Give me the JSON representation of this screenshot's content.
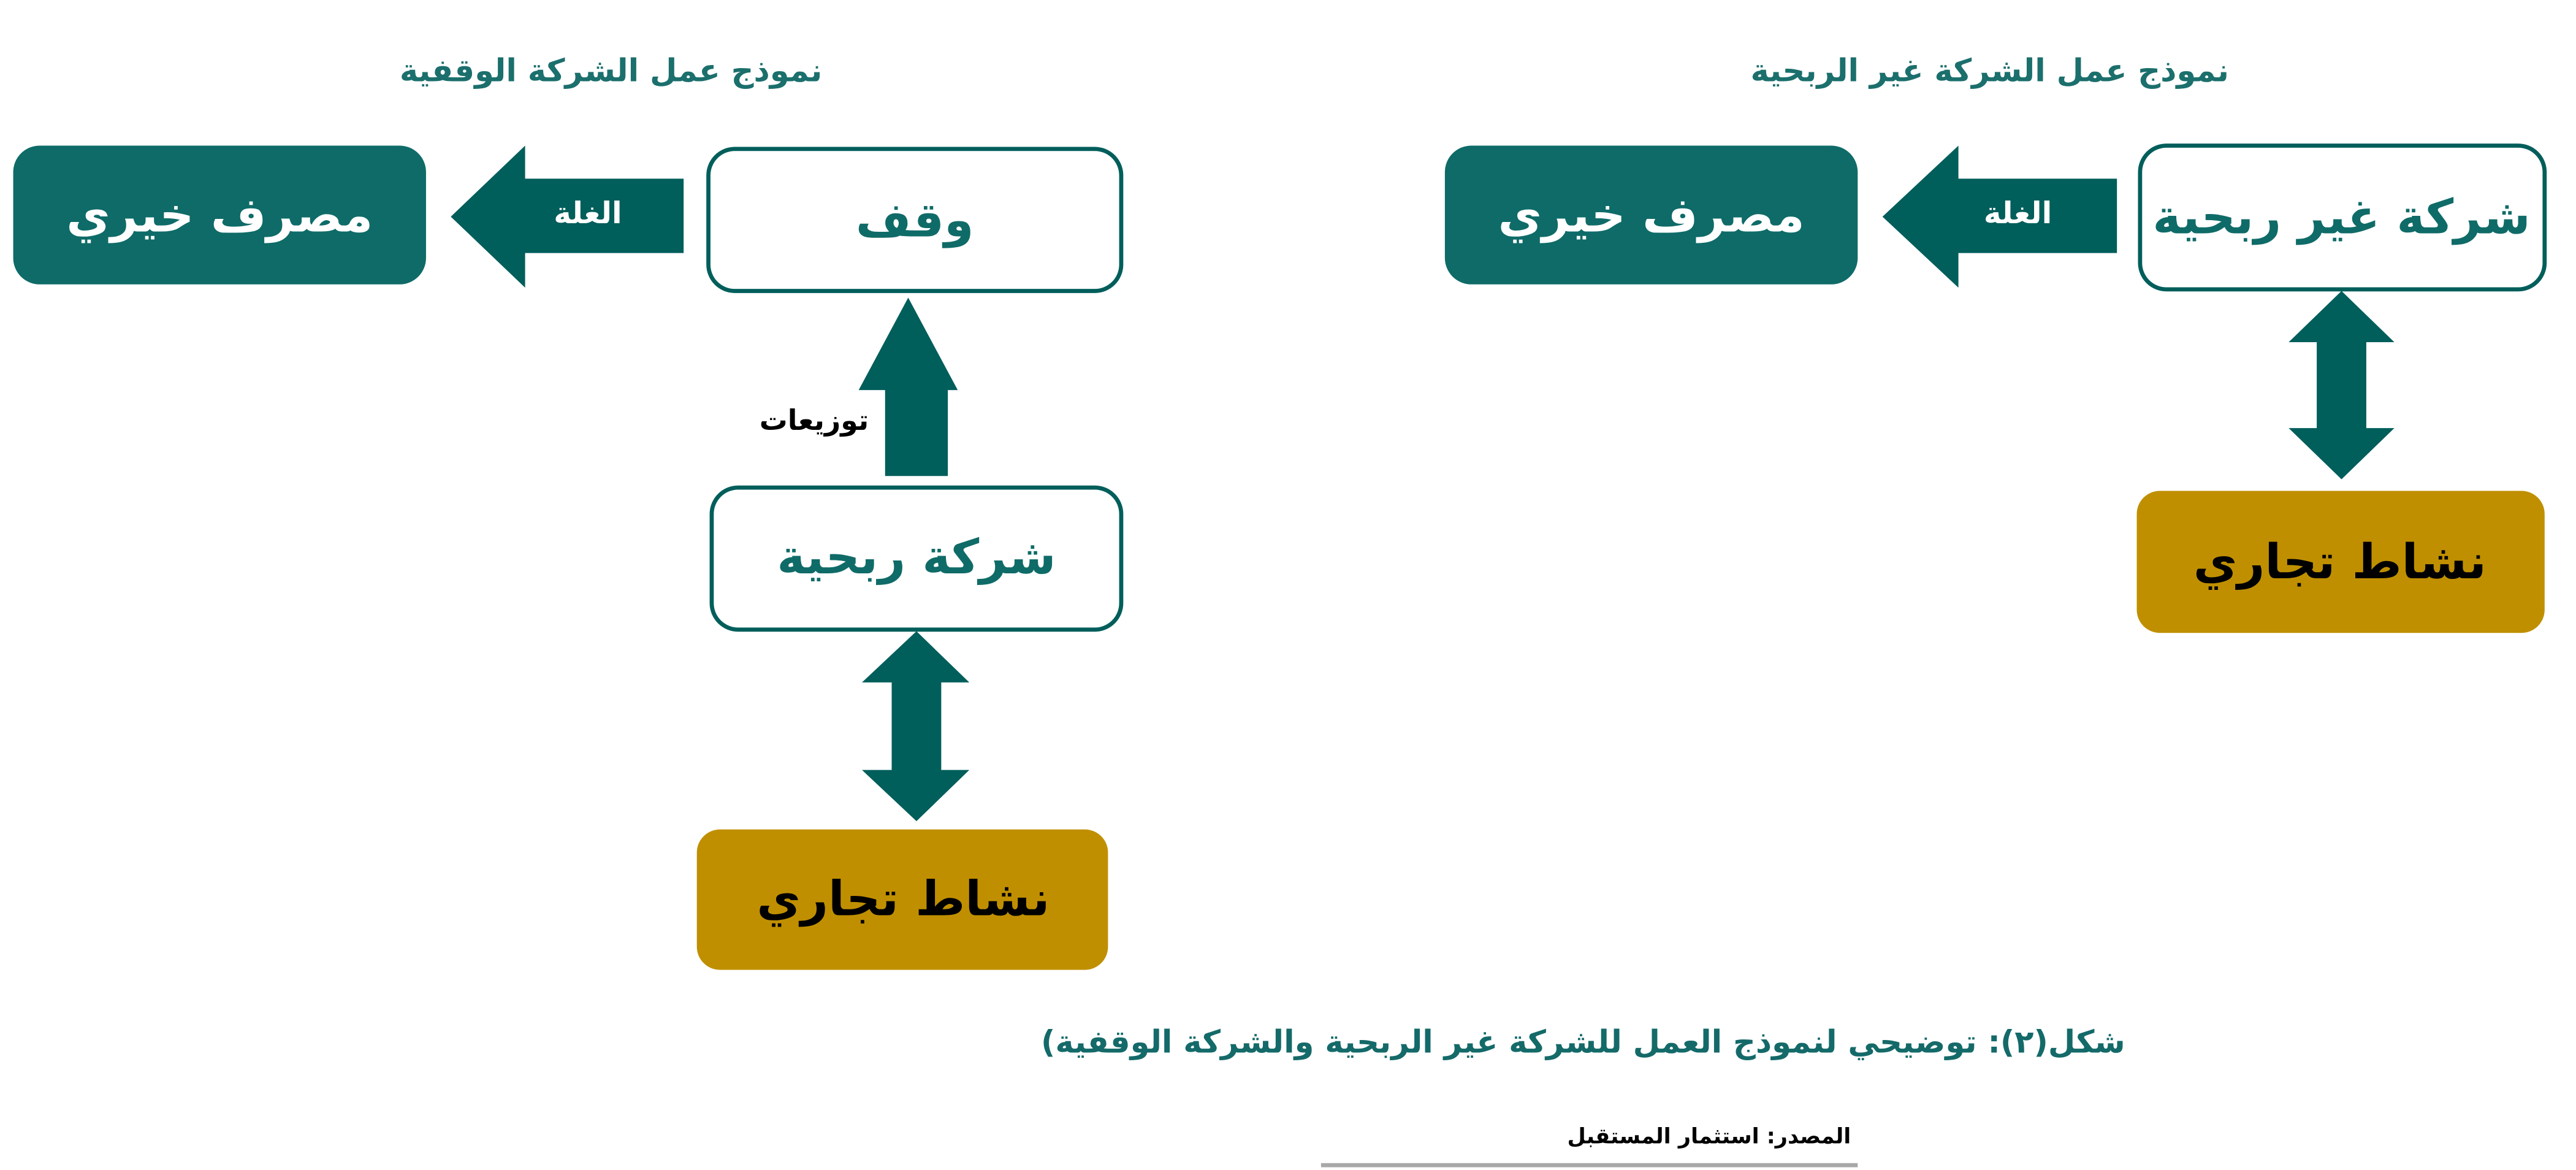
{
  "colors": {
    "teal_box": "#0e6b68",
    "teal_arrow": "#005e5b",
    "gold_box": "#c08f00",
    "title_text": "#1b6f6c"
  },
  "left_model": {
    "title": "نموذج عمل الشركة الوقفية",
    "charity_box": "مصرف خيري",
    "yield_arrow_label": "الغلة",
    "waqf_box": "وقف",
    "distributions_label": "توزيعات",
    "profit_company_box": "شركة ربحية",
    "commercial_activity_box": "نشاط تجاري"
  },
  "right_model": {
    "title": "نموذج عمل الشركة غير الربحية",
    "charity_box": "مصرف خيري",
    "yield_arrow_label": "الغلة",
    "nonprofit_company_box": "شركة غير ربحية",
    "commercial_activity_box": "نشاط تجاري"
  },
  "caption": "شكل(٢): توضيحي لنموذج العمل للشركة غير الربحية والشركة الوقفية)",
  "source": "المصدر: استثمار المستقبل"
}
